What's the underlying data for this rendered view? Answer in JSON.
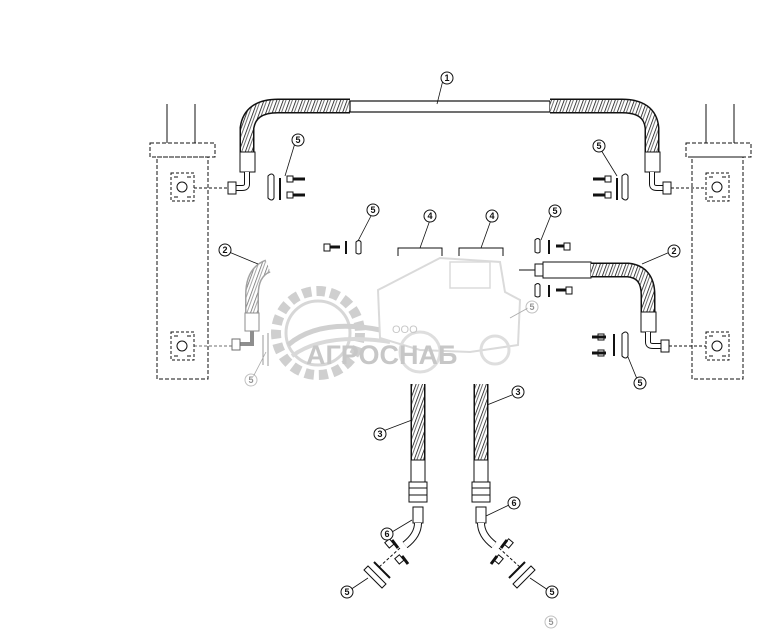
{
  "callouts": {
    "c1": "1",
    "c2_left": "2",
    "c2_right": "2",
    "c3_left": "3",
    "c3_right": "3",
    "c4_left": "4",
    "c4_right": "4",
    "c5_top_left": "5",
    "c5_top_right": "5",
    "c5_mid_left": "5",
    "c5_mid_right": "5",
    "c5_center_right": "5",
    "c5_lower_left": "5",
    "c5_lower_right": "5",
    "c5_bottom_left": "5",
    "c5_bottom_right": "5",
    "c5_bottom_faint": "5",
    "c6_left": "6",
    "c6_right": "6"
  },
  "watermark": {
    "ooo": "ООО",
    "name": "АГРОСНАБ"
  }
}
